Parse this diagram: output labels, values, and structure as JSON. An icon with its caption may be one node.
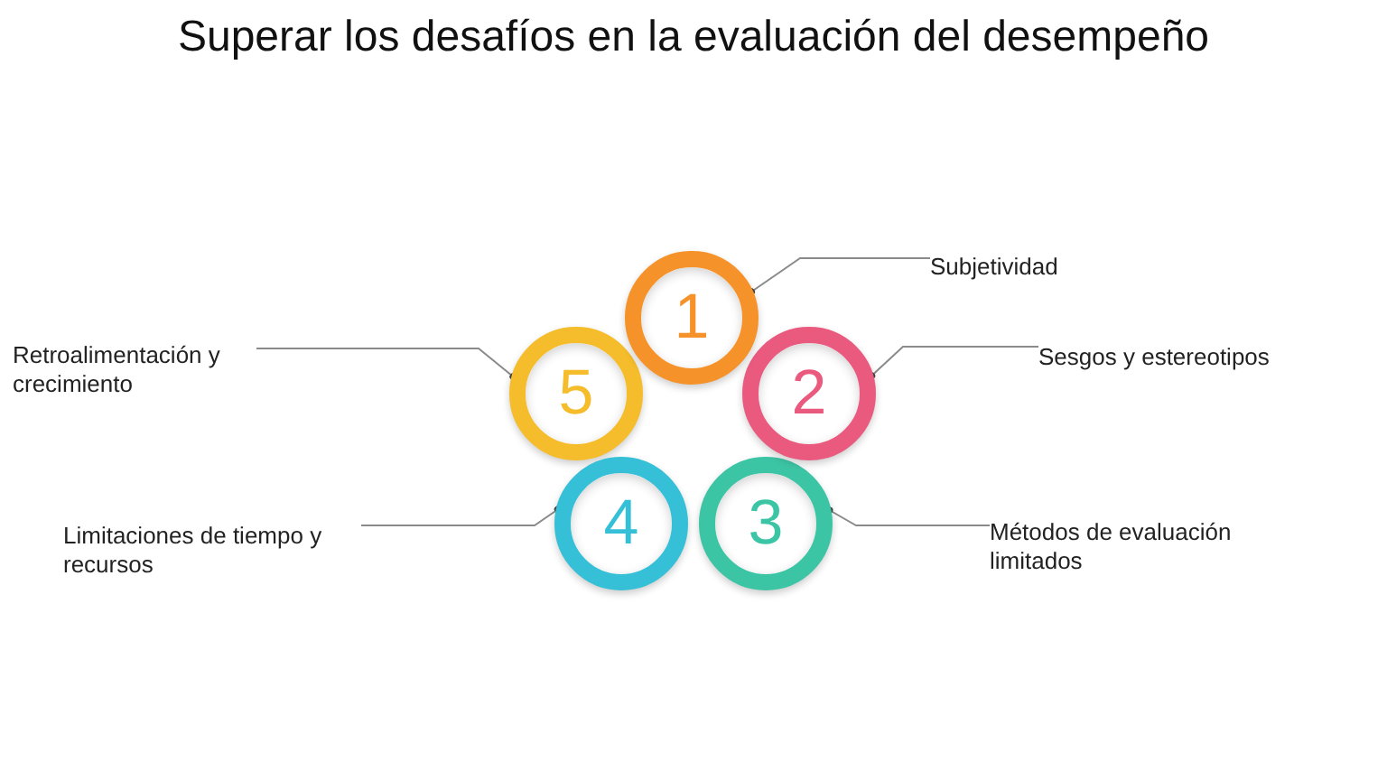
{
  "diagram": {
    "title": "Superar los desafíos en la evaluación del desempeño",
    "nodes": [
      {
        "text": [
          "1"
        ]
      },
      {
        "text": [
          "2"
        ]
      },
      {
        "text": [
          "3"
        ]
      },
      {
        "text": [
          "4"
        ]
      },
      {
        "text": [
          "5"
        ]
      },
      {
        "text": [
          "Subjetividad"
        ]
      },
      {
        "text": [
          "Sesgos y estereotipos"
        ]
      },
      {
        "text": [
          "Métodos de evaluación limitados"
        ]
      },
      {
        "text": [
          "Limitaciones de tiempo y recursos"
        ]
      },
      {
        "text": [
          "Retroalimentación y crecimiento"
        ]
      }
    ],
    "edges": [
      {
        "from": 5,
        "to": 0,
        "arrow": "other"
      },
      {
        "from": 6,
        "to": 1,
        "arrow": "other"
      },
      {
        "from": 7,
        "to": 2,
        "arrow": "other"
      },
      {
        "from": 8,
        "to": 3,
        "arrow": "other"
      },
      {
        "from": 9,
        "to": 4,
        "arrow": "other"
      }
    ]
  }
}
